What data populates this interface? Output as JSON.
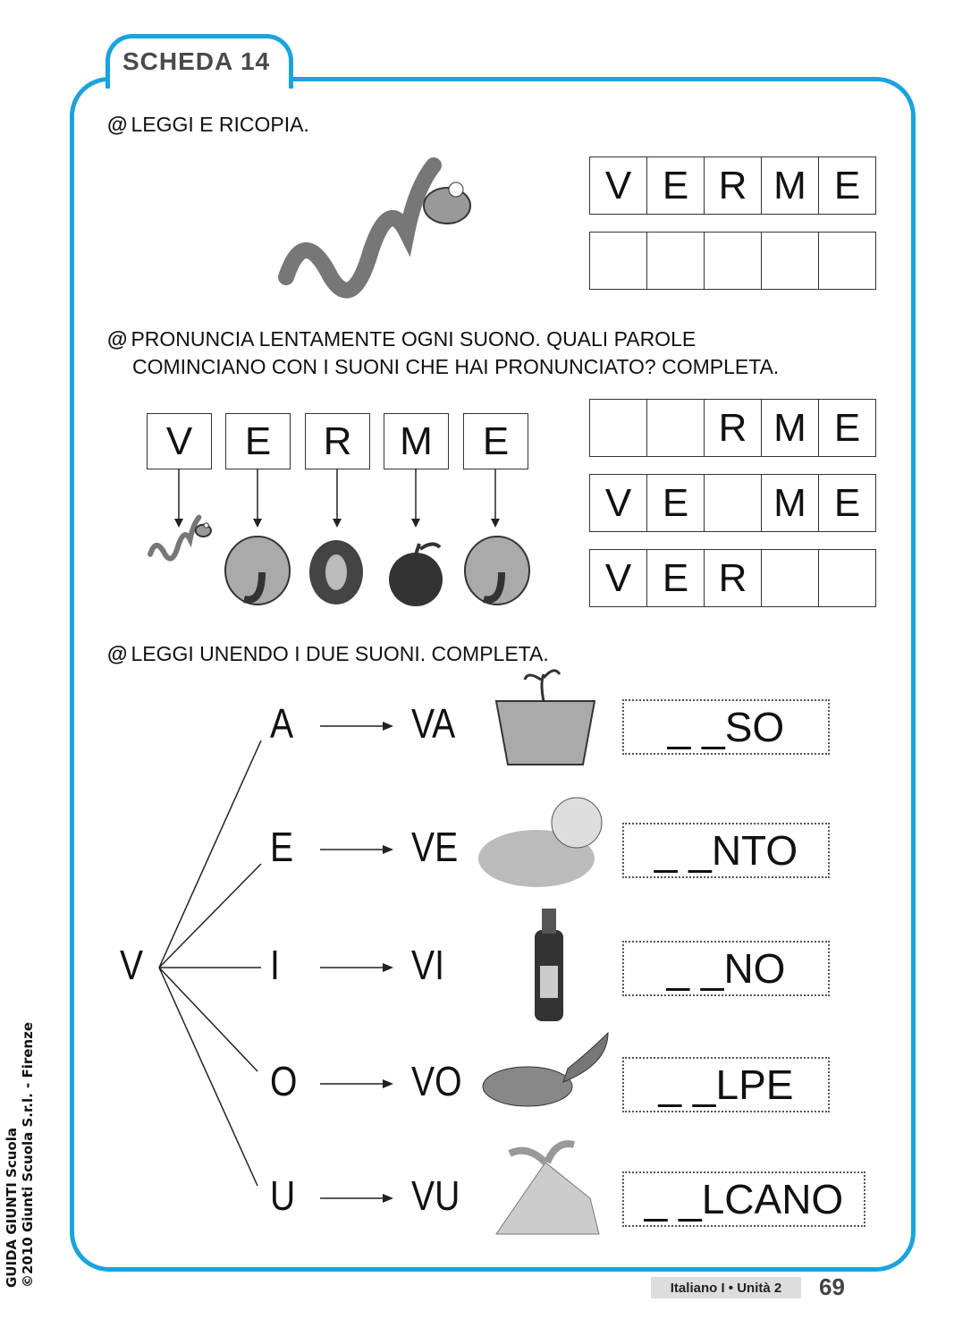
{
  "header": {
    "title": "SCHEDA 14"
  },
  "section1": {
    "instruction": "LEGGI E RICOPIA.",
    "word": [
      "V",
      "E",
      "R",
      "M",
      "E"
    ],
    "blank": [
      "",
      "",
      "",
      "",
      ""
    ],
    "picture": "worm"
  },
  "section2": {
    "instruction_line1": "PRONUNCIA LENTAMENTE OGNI SUONO. QUALI PAROLE",
    "instruction_line2": "COMINCIANO CON I SUONI CHE HAI PRONUNCIATO? COMPLETA.",
    "letters": [
      "V",
      "E",
      "R",
      "M",
      "E"
    ],
    "pictures": [
      "worm",
      "elephant",
      "tyre",
      "apple",
      "elephant"
    ],
    "grids": [
      [
        "",
        "",
        "R",
        "M",
        "E"
      ],
      [
        "V",
        "E",
        "",
        "M",
        "E"
      ],
      [
        "V",
        "E",
        "R",
        "",
        ""
      ]
    ]
  },
  "section3": {
    "instruction": "LEGGI UNENDO I DUE SUONI. COMPLETA.",
    "root": "V",
    "rows": [
      {
        "vowel": "A",
        "syllable": "VA",
        "picture": "flower-pot",
        "answer": "_ _SO"
      },
      {
        "vowel": "E",
        "syllable": "VE",
        "picture": "wind",
        "answer": "_ _NTO"
      },
      {
        "vowel": "I",
        "syllable": "VI",
        "picture": "wine-bottle",
        "answer": "_ _NO"
      },
      {
        "vowel": "O",
        "syllable": "VO",
        "picture": "fox",
        "answer": "_ _LPE"
      },
      {
        "vowel": "U",
        "syllable": "VU",
        "picture": "volcano",
        "answer": "_ _LCANO"
      }
    ]
  },
  "footer": {
    "side_line1": "GUIDA GIUNTI Scuola",
    "side_line2": "©2010 Giunti Scuola S.r.l. - Firenze",
    "unit": "Italiano I • Unità 2",
    "page": "69"
  },
  "colors": {
    "accent": "#1aa3de"
  }
}
